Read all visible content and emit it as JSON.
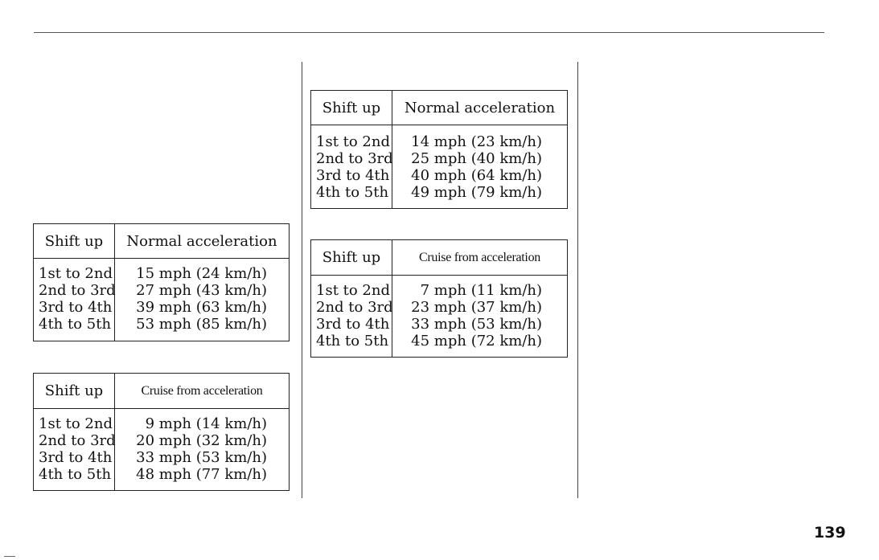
{
  "page_number": "139",
  "tables": [
    {
      "col1_header": "Shift up",
      "col2_header": "Normal acceleration",
      "rows": [
        {
          "shift": "1st to 2nd",
          "speed": "15 mph (24 km/h)"
        },
        {
          "shift": "2nd to 3rd",
          "speed": "27 mph (43 km/h)"
        },
        {
          "shift": "3rd to 4th",
          "speed": "39 mph (63 km/h)"
        },
        {
          "shift": "4th to 5th",
          "speed": "53 mph (85 km/h)"
        }
      ]
    },
    {
      "col1_header": "Shift up",
      "col2_header": "Cruise from acceleration",
      "rows": [
        {
          "shift": "1st to 2nd",
          "speed": "9 mph (14 km/h)"
        },
        {
          "shift": "2nd to 3rd",
          "speed": "20 mph (32 km/h)"
        },
        {
          "shift": "3rd to 4th",
          "speed": "33 mph (53 km/h)"
        },
        {
          "shift": "4th to 5th",
          "speed": "48 mph (77 km/h)"
        }
      ]
    },
    {
      "col1_header": "Shift up",
      "col2_header": "Normal acceleration",
      "rows": [
        {
          "shift": "1st to 2nd",
          "speed": "14 mph (23 km/h)"
        },
        {
          "shift": "2nd to 3rd",
          "speed": "25 mph (40 km/h)"
        },
        {
          "shift": "3rd to 4th",
          "speed": "40 mph (64 km/h)"
        },
        {
          "shift": "4th to 5th",
          "speed": "49 mph (79 km/h)"
        }
      ]
    },
    {
      "col1_header": "Shift up",
      "col2_header": "Cruise from acceleration",
      "rows": [
        {
          "shift": "1st to 2nd",
          "speed": "7 mph (11 km/h)"
        },
        {
          "shift": "2nd to 3rd",
          "speed": "23 mph (37 km/h)"
        },
        {
          "shift": "3rd to 4th",
          "speed": "33 mph (53 km/h)"
        },
        {
          "shift": "4th to 5th",
          "speed": "45 mph (72 km/h)"
        }
      ]
    }
  ]
}
